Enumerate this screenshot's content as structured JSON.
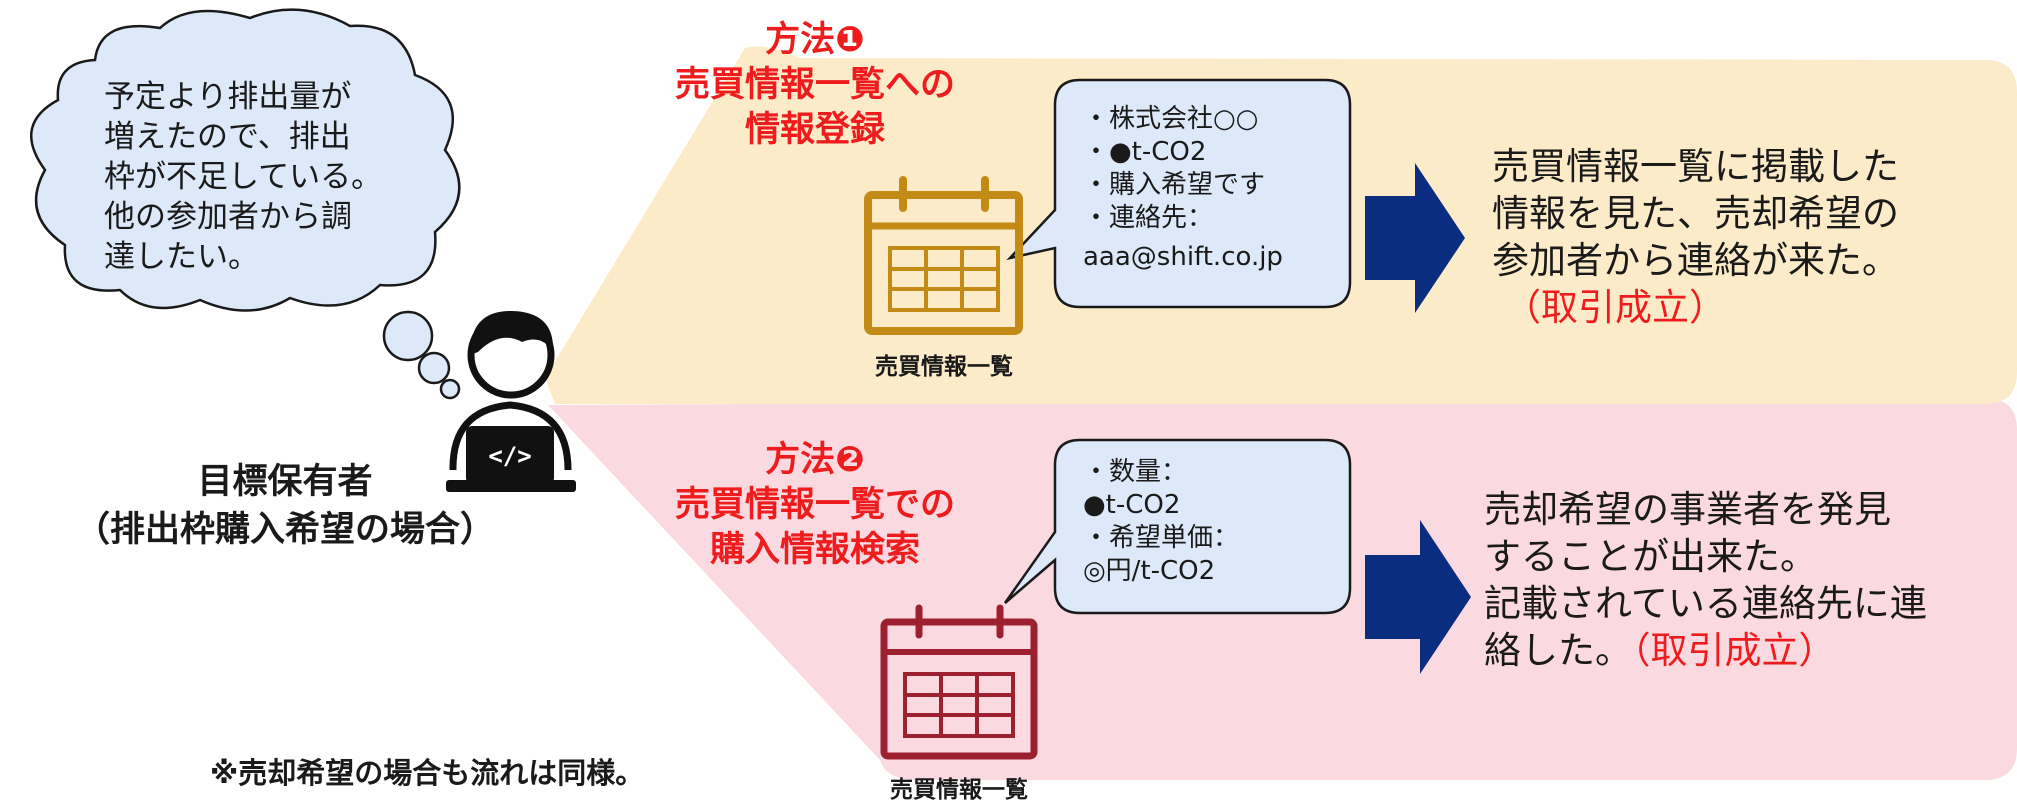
{
  "thought_bubble": {
    "lines": [
      "予定より排出量が",
      "増えたので、排出",
      "枠が不足している。",
      "他の参加者から調",
      "達したい。"
    ]
  },
  "actor": {
    "name": "目標保有者",
    "role": "（排出枠購入希望の場合）",
    "icon": "person-at-laptop-icon"
  },
  "method1": {
    "number_label": "方法❶",
    "title_lines": [
      "売買情報一覧への",
      "情報登録"
    ],
    "calendar_label": "売買情報一覧",
    "callout_lines": [
      "・株式会社○○",
      "・●t-CO2",
      "・購入希望です",
      "・連絡先：",
      "aaa@shift.co.jp"
    ],
    "outcome_lines": [
      "売買情報一覧に掲載した",
      "情報を見た、売却希望の",
      "参加者から連絡が来た。"
    ],
    "outcome_result": "（取引成立）"
  },
  "method2": {
    "number_label": "方法❷",
    "title_lines": [
      "売買情報一覧での",
      "購入情報検索"
    ],
    "calendar_label": "売買情報一覧",
    "callout_lines": [
      "・数量：",
      "●t-CO2",
      "・希望単価：",
      "◎円/t-CO2"
    ],
    "outcome_lines": [
      "売却希望の事業者を発見",
      "することが出来た。",
      "記載されている連絡先に連"
    ],
    "outcome_last_line": "絡した。",
    "outcome_result": "（取引成立）"
  },
  "footnote": "※売却希望の場合も流れは同様。",
  "colors": {
    "band1": "#fcebc9",
    "band2": "#fad9e0",
    "callout_fill": "#dde9f8",
    "arrow": "#0b2d7f",
    "calendar1": "#c48a16",
    "calendar2": "#9c2030",
    "method_red": "#ee1c1c"
  }
}
